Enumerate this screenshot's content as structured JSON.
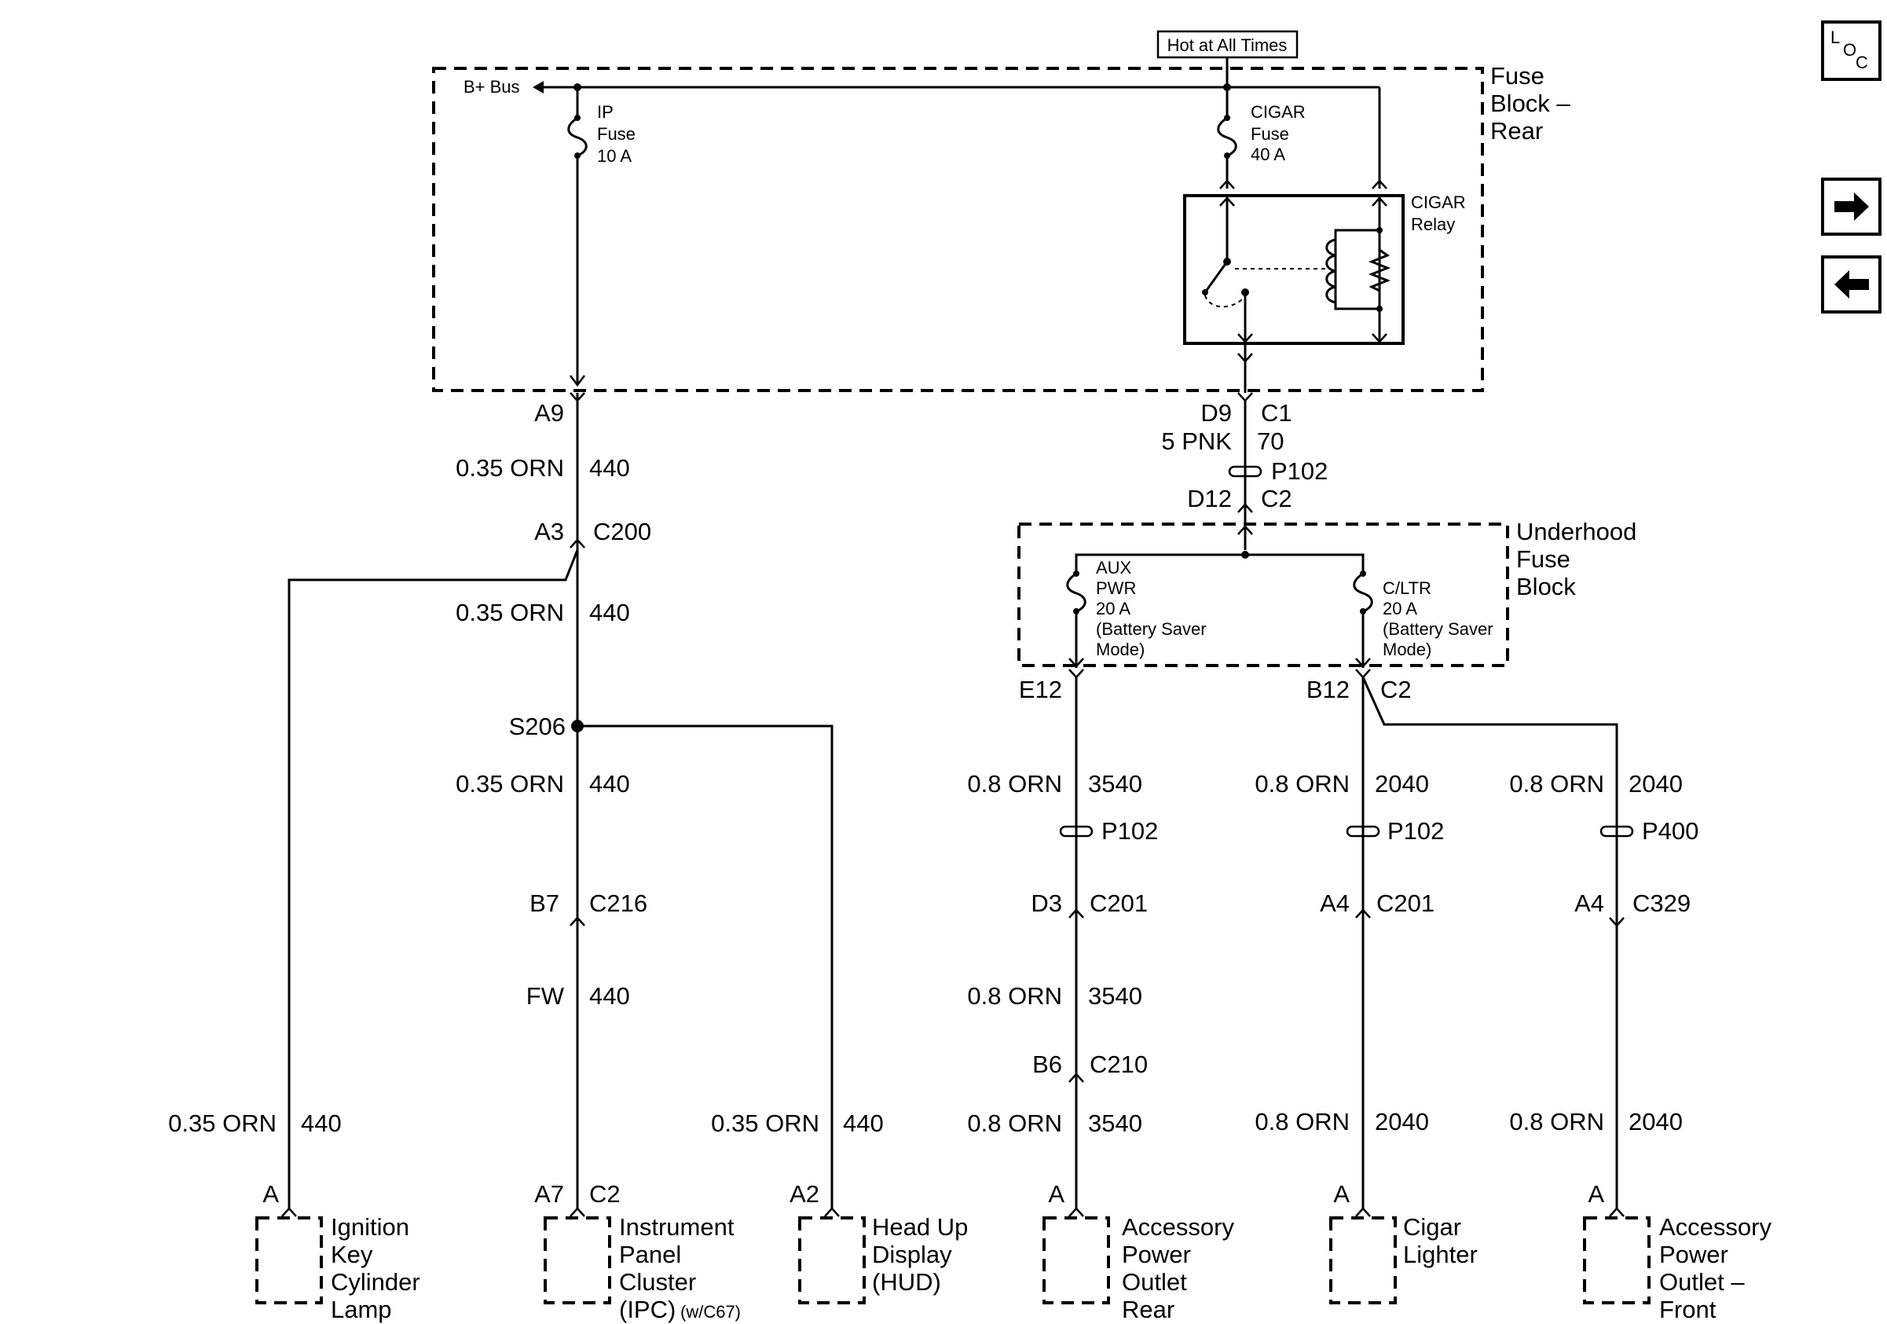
{
  "header": {
    "power_label": "Hot at All Times",
    "bplus": "B+ Bus"
  },
  "fuse_block_rear": {
    "title": [
      "Fuse",
      "Block –",
      "Rear"
    ]
  },
  "fuses": {
    "ip": [
      "IP",
      "Fuse",
      "10 A"
    ],
    "cigar": [
      "CIGAR",
      "Fuse",
      "40 A"
    ],
    "aux": [
      "AUX",
      "PWR",
      "20 A",
      "(Battery Saver",
      "Mode)"
    ],
    "cltr": [
      "C/LTR",
      "20 A",
      "(Battery Saver",
      "Mode)"
    ]
  },
  "relay": {
    "label": [
      "CIGAR",
      "Relay"
    ]
  },
  "underhood": {
    "title": [
      "Underhood",
      "Fuse",
      "Block"
    ]
  },
  "left": {
    "a9": "A9",
    "w1": "0.35 ORN",
    "c1": "440",
    "a3": "A3",
    "c200": "C200",
    "w2": "0.35 ORN",
    "c2": "440",
    "s206": "S206",
    "w3": "0.35 ORN",
    "c3": "440",
    "b7": "B7",
    "c216": "C216",
    "fw": "FW",
    "c4": "440",
    "ign_w": "0.35 ORN",
    "ign_c": "440",
    "hud_w": "0.35 ORN",
    "hud_c": "440"
  },
  "right": {
    "d9": "D9",
    "c1": "C1",
    "pnk": "5 PNK",
    "n70": "70",
    "p102": "P102",
    "d12": "D12",
    "c2": "C2",
    "e12": "E12",
    "b12": "B12",
    "c2b": "C2",
    "aux_w1": "0.8 ORN",
    "aux_c1": "3540",
    "aux_p": "P102",
    "d3": "D3",
    "c201a": "C201",
    "aux_w2": "0.8 ORN",
    "aux_c2": "3540",
    "b6": "B6",
    "c210": "C210",
    "aux_w3": "0.8 ORN",
    "aux_c3": "3540",
    "cig_w1": "0.8 ORN",
    "cig_c1": "2040",
    "cig_p": "P102",
    "a4a": "A4",
    "c201b": "C201",
    "cig_w2": "0.8 ORN",
    "cig_c2": "2040",
    "fr_w1": "0.8 ORN",
    "fr_c1": "2040",
    "fr_p": "P400",
    "a4b": "A4",
    "c329": "C329",
    "fr_w2": "0.8 ORN",
    "fr_c2": "2040"
  },
  "components": {
    "ignition": {
      "pin": "A",
      "lines": [
        "Ignition",
        "Key",
        "Cylinder",
        "Lamp"
      ]
    },
    "ipc": {
      "pin": "A7",
      "conn": "C2",
      "lines": [
        "Instrument",
        "Panel",
        "Cluster",
        "(IPC)"
      ],
      "note": "(w/C67)"
    },
    "hud": {
      "pin": "A2",
      "lines": [
        "Head Up",
        "Display",
        "(HUD)"
      ]
    },
    "apo_rear": {
      "pin": "A",
      "lines": [
        "Accessory",
        "Power",
        "Outlet",
        "Rear"
      ]
    },
    "cigar_lighter": {
      "pin": "A",
      "lines": [
        "Cigar",
        "Lighter"
      ]
    },
    "apo_front": {
      "pin": "A",
      "lines": [
        "Accessory",
        "Power",
        "Outlet –",
        "Front"
      ]
    }
  },
  "nav": {
    "loc_l": "L",
    "loc_o": "O",
    "loc_c": "C",
    "next_icon": "right-arrow-icon",
    "prev_icon": "left-arrow-icon"
  }
}
